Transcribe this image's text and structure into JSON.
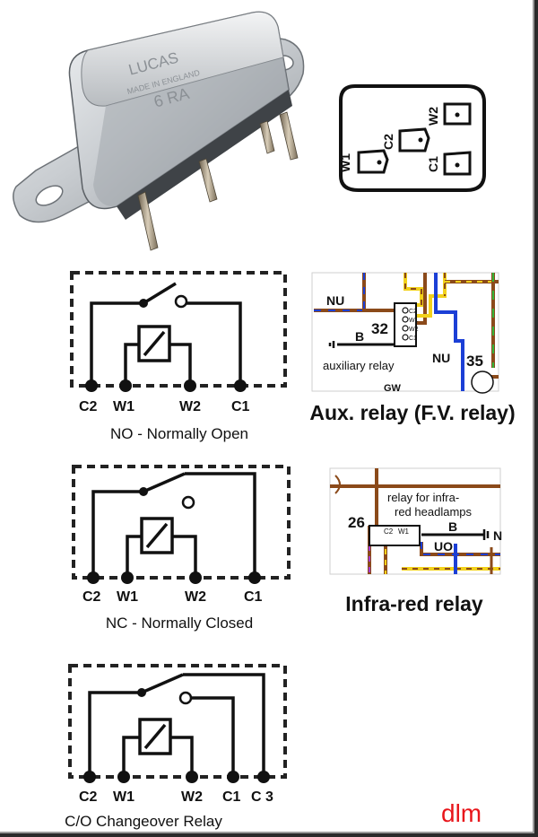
{
  "photo": {
    "case_text": [
      "LUCAS",
      "MADE IN ENGLAND",
      "6 RA"
    ]
  },
  "socket": {
    "terminals": [
      "W1",
      "C2",
      "C1",
      "W2"
    ]
  },
  "schematics": [
    {
      "caption": "NO - Normally Open",
      "terminals": [
        "C2",
        "W1",
        "W2",
        "C1"
      ]
    },
    {
      "caption": "NC - Normally Closed",
      "terminals": [
        "C2",
        "W1",
        "W2",
        "C1"
      ]
    },
    {
      "caption": "C/O Changeover Relay",
      "terminals": [
        "C2",
        "W1",
        "W2",
        "C1",
        "C 3"
      ]
    }
  ],
  "aux_wiring": {
    "labels": {
      "nu_left": "NU",
      "b": "B",
      "nu_right": "NU",
      "gw": "GW",
      "relay_no": "32",
      "relay_text": "auxiliary relay",
      "node_no": "35",
      "pins": [
        "C2",
        "W1",
        "W2",
        "C1"
      ]
    },
    "caption": "Aux. relay (F.V. relay)"
  },
  "ir_wiring": {
    "labels": {
      "relay_text_1": "relay for infra-",
      "relay_text_2": "red headlamps",
      "relay_no": "26",
      "b": "B",
      "uo": "UO",
      "n": "N",
      "pins": [
        "C2",
        "W1"
      ]
    },
    "caption": "Infra-red relay"
  },
  "signature": "dlm",
  "colors": {
    "signature": "#e8161b",
    "brown": "#8b4a1a",
    "blue": "#1b3fd6",
    "yellow": "#f2d11b",
    "green": "#35b33a",
    "purple": "#a33ad0",
    "dash": "#222222"
  }
}
